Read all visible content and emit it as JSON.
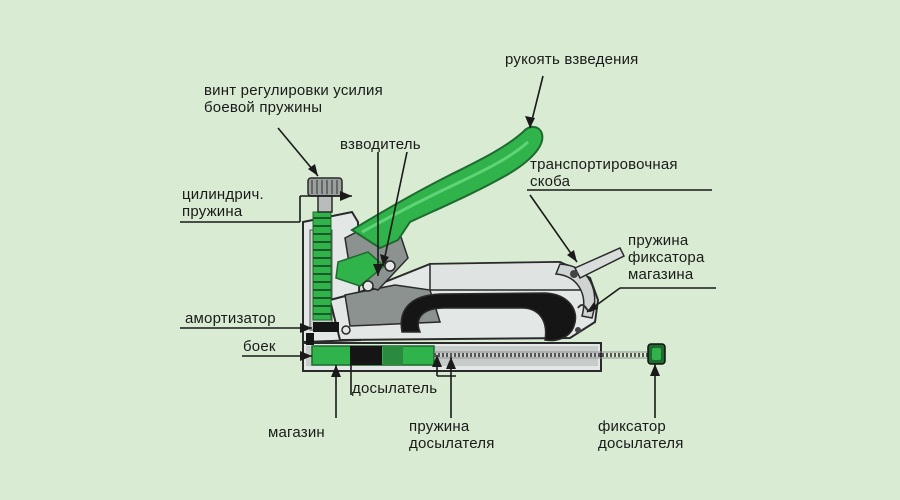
{
  "colors": {
    "background": "#d9ecd3",
    "metal_light": "#e3e7e6",
    "metal_dark": "#8c9290",
    "accent_green": "#2fb34a",
    "dark_green": "#1f6b2f",
    "outline": "#2a2a2a",
    "leader": "#1a1a1a"
  },
  "labels": {
    "cocking_handle": "рукоять взведения",
    "spring_screw_line1": "винт регулировки усилия",
    "spring_screw_line2": "боевой пружины",
    "cocker": "взводитель",
    "transport_bracket_line1": "транспортировочная",
    "transport_bracket_line2": "скоба",
    "cyl_spring_line1": "цилиндрич.",
    "cyl_spring_line2": "пружина",
    "magazine_spring_line1": "пружина",
    "magazine_spring_line2": "фиксатора",
    "magazine_spring_line3": "магазина",
    "shock_absorber": "амортизатор",
    "striker": "боек",
    "pusher": "досылатель",
    "pusher_spring_line1": "пружина",
    "pusher_spring_line2": "досылателя",
    "magazine": "магазин",
    "pusher_lock_line1": "фиксатор",
    "pusher_lock_line2": "досылателя"
  }
}
